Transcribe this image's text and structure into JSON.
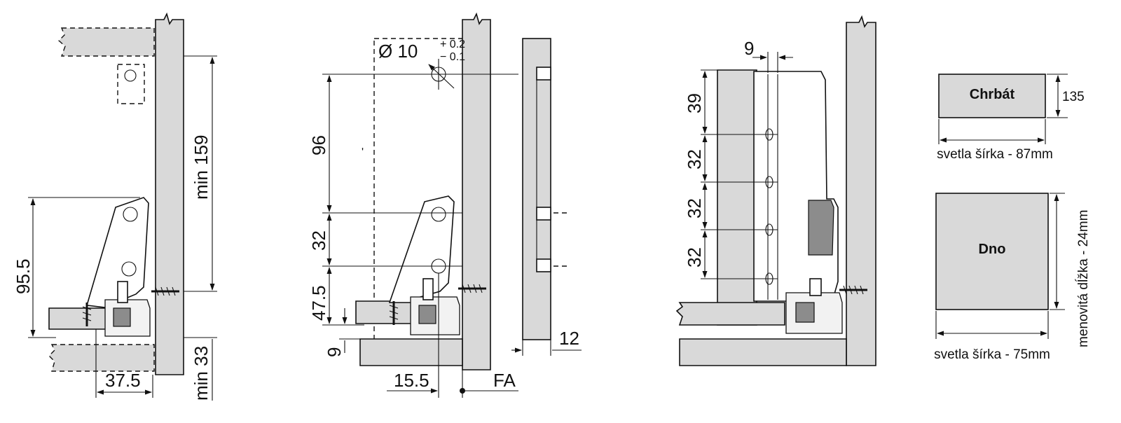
{
  "view1": {
    "dim_height": "95.5",
    "dim_min_vertical": "min 159",
    "dim_min_bottom": "min 33",
    "dim_offset": "37.5"
  },
  "view2": {
    "dim_diameter": "Ø 10",
    "tol_plus": "+ 0.2",
    "tol_minus": "− 0.1",
    "dim_96": "96",
    "dim_32": "32",
    "dim_47_5": "47.5",
    "dim_9": "9",
    "dim_15_5": "15.5",
    "dim_fa": "FA",
    "dim_12": "12"
  },
  "view3": {
    "dim_top": "9",
    "dim_39": "39",
    "dim_32_a": "32",
    "dim_32_b": "32",
    "dim_32_c": "32"
  },
  "panels": {
    "back_name": "Chrbát",
    "back_height": "135",
    "back_width_note": "svetla šírka - 87mm",
    "bottom_name": "Dno",
    "bottom_length_note": "menovitá dĺžka - 24mm",
    "bottom_width_note": "svetla šírka - 75mm"
  }
}
